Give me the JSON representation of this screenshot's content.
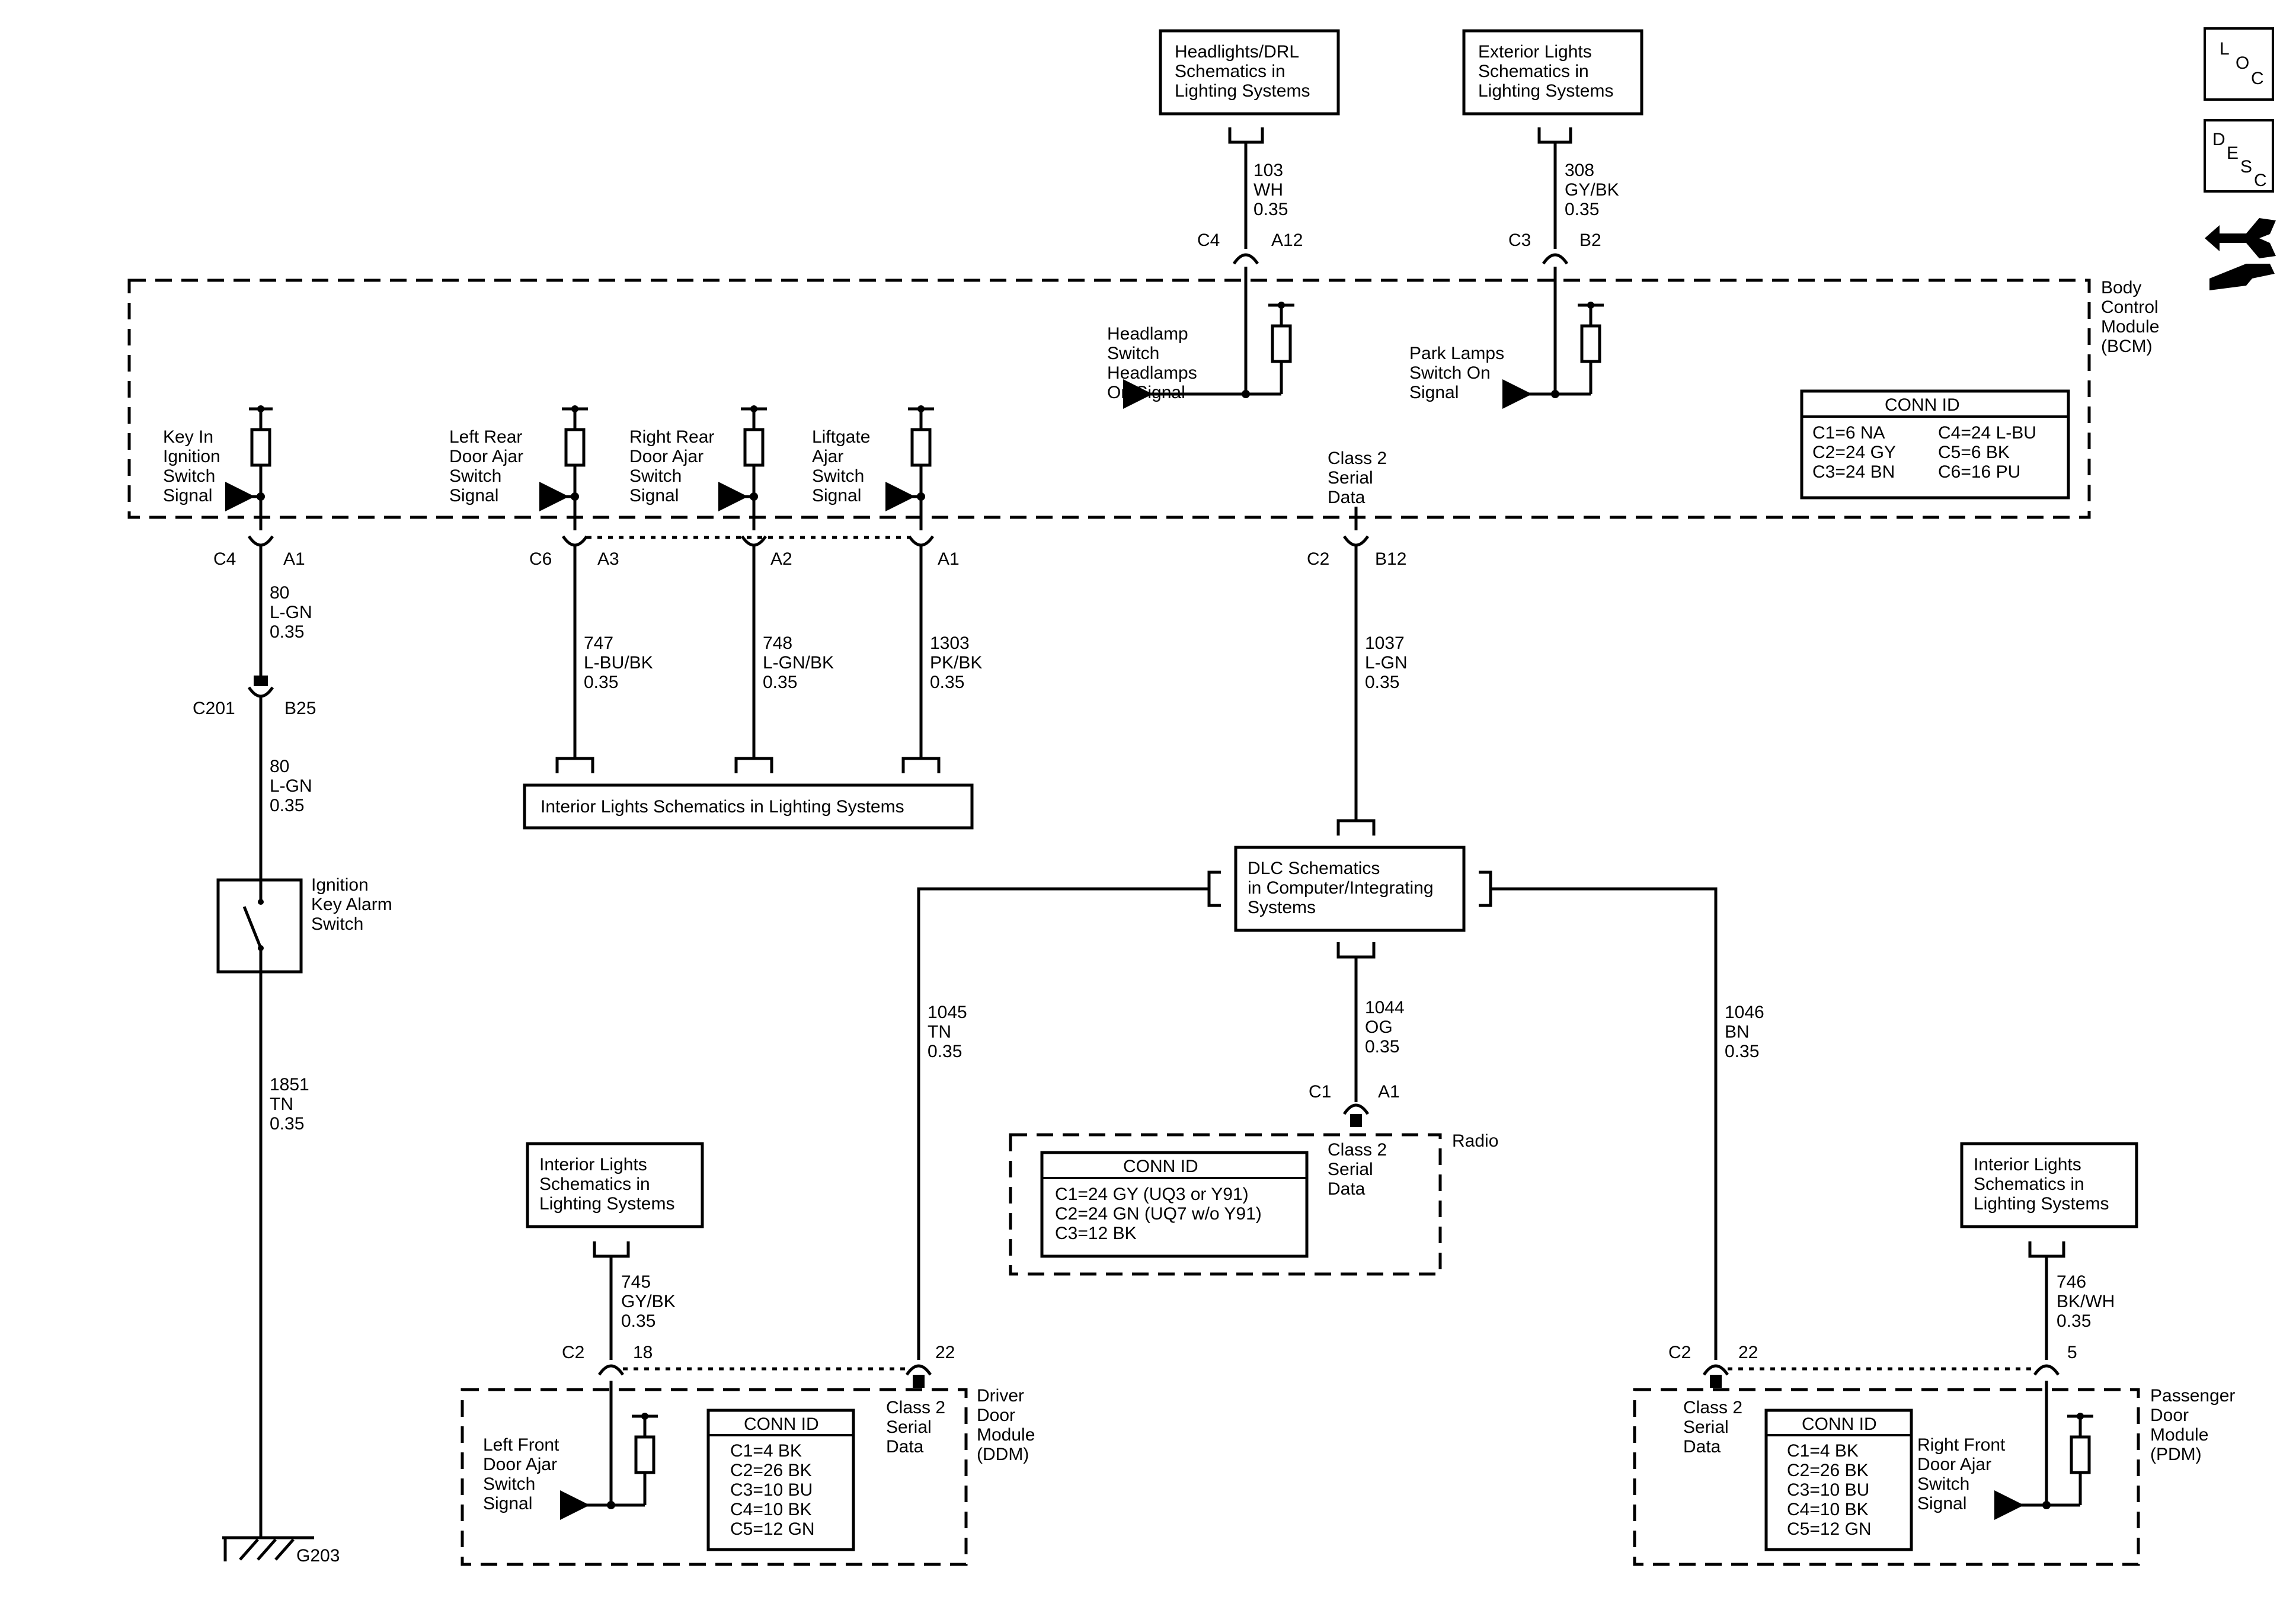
{
  "icons": {
    "loc": "LOC",
    "desc": "DESC",
    "wrench_hand": "wrench-hand-icon"
  },
  "loc_letters": [
    "L",
    "O",
    "C"
  ],
  "desc_letters": [
    "D",
    "E",
    "S",
    "C"
  ],
  "ref_boxes": {
    "headlights": [
      "Headlights/DRL",
      "Schematics in",
      "Lighting Systems"
    ],
    "exterior": [
      "Exterior Lights",
      "Schematics in",
      "Lighting Systems"
    ],
    "interior_bar": "Interior Lights Schematics in Lighting Systems",
    "dlc": [
      "DLC Schematics",
      "in Computer/Integrating",
      "Systems"
    ],
    "interior_left": [
      "Interior Lights",
      "Schematics in",
      "Lighting Systems"
    ],
    "interior_right": [
      "Interior Lights",
      "Schematics in",
      "Lighting Systems"
    ]
  },
  "bcm": {
    "title": [
      "Body",
      "Control",
      "Module",
      "(BCM)"
    ],
    "conn_header": "CONN ID",
    "conn_left": [
      "C1=6 NA",
      "C2=24 GY",
      "C3=24 BN"
    ],
    "conn_right": [
      "C4=24 L-BU",
      "C5=6 BK",
      "C6=16 PU"
    ],
    "signals": {
      "key_in": [
        "Key In",
        "Ignition",
        "Switch",
        "Signal"
      ],
      "left_rear": [
        "Left Rear",
        "Door Ajar",
        "Switch",
        "Signal"
      ],
      "right_rear": [
        "Right Rear",
        "Door Ajar",
        "Switch",
        "Signal"
      ],
      "liftgate": [
        "Liftgate",
        "Ajar",
        "Switch",
        "Signal"
      ],
      "headlamp": [
        "Headlamp",
        "Switch",
        "Headlamps",
        "On Signal"
      ],
      "park": [
        "Park Lamps",
        "Switch On",
        "Signal"
      ],
      "class2": [
        "Class 2",
        "Serial",
        "Data"
      ]
    }
  },
  "connectors": {
    "c4_a12": [
      "C4",
      "A12"
    ],
    "c3_b2": [
      "C3",
      "B2"
    ],
    "c4_a1": [
      "C4",
      "A1"
    ],
    "c6_a3": [
      "C6",
      "A3"
    ],
    "a2": "A2",
    "a1_liftgate": "A1",
    "c2_b12": [
      "C2",
      "B12"
    ],
    "c201_b25": [
      "C201",
      "B25"
    ],
    "c1_a1": [
      "C1",
      "A1"
    ],
    "ddm_c2_18": [
      "C2",
      "18"
    ],
    "ddm_22": "22",
    "pdm_c2_22": [
      "C2",
      "22"
    ],
    "pdm_5": "5"
  },
  "wires": {
    "w103": [
      "103",
      "WH",
      "0.35"
    ],
    "w308": [
      "308",
      "GY/BK",
      "0.35"
    ],
    "w80a": [
      "80",
      "L-GN",
      "0.35"
    ],
    "w80b": [
      "80",
      "L-GN",
      "0.35"
    ],
    "w747": [
      "747",
      "L-BU/BK",
      "0.35"
    ],
    "w748": [
      "748",
      "L-GN/BK",
      "0.35"
    ],
    "w1303": [
      "1303",
      "PK/BK",
      "0.35"
    ],
    "w1037": [
      "1037",
      "L-GN",
      "0.35"
    ],
    "w1851": [
      "1851",
      "TN",
      "0.35"
    ],
    "w1045": [
      "1045",
      "TN",
      "0.35"
    ],
    "w1044": [
      "1044",
      "OG",
      "0.35"
    ],
    "w1046": [
      "1046",
      "BN",
      "0.35"
    ],
    "w745": [
      "745",
      "GY/BK",
      "0.35"
    ],
    "w746": [
      "746",
      "BK/WH",
      "0.35"
    ]
  },
  "ignition_switch": [
    "Ignition",
    "Key Alarm",
    "Switch"
  ],
  "ground": "G203",
  "radio": {
    "title": "Radio",
    "signal": [
      "Class 2",
      "Serial",
      "Data"
    ],
    "conn_header": "CONN ID",
    "conn": [
      "C1=24 GY (UQ3 or Y91)",
      "C2=24 GN (UQ7 w/o Y91)",
      "C3=12 BK"
    ]
  },
  "ddm": {
    "title": [
      "Driver",
      "Door",
      "Module",
      "(DDM)"
    ],
    "signal": [
      "Left Front",
      "Door Ajar",
      "Switch",
      "Signal"
    ],
    "class2": [
      "Class 2",
      "Serial",
      "Data"
    ],
    "conn_header": "CONN ID",
    "conn": [
      "C1=4 BK",
      "C2=26 BK",
      "C3=10 BU",
      "C4=10 BK",
      "C5=12 GN"
    ]
  },
  "pdm": {
    "title": [
      "Passenger",
      "Door",
      "Module",
      "(PDM)"
    ],
    "signal": [
      "Right Front",
      "Door Ajar",
      "Switch",
      "Signal"
    ],
    "class2": [
      "Class 2",
      "Serial",
      "Data"
    ],
    "conn_header": "CONN ID",
    "conn": [
      "C1=4 BK",
      "C2=26 BK",
      "C3=10 BU",
      "C4=10 BK",
      "C5=12 GN"
    ]
  }
}
